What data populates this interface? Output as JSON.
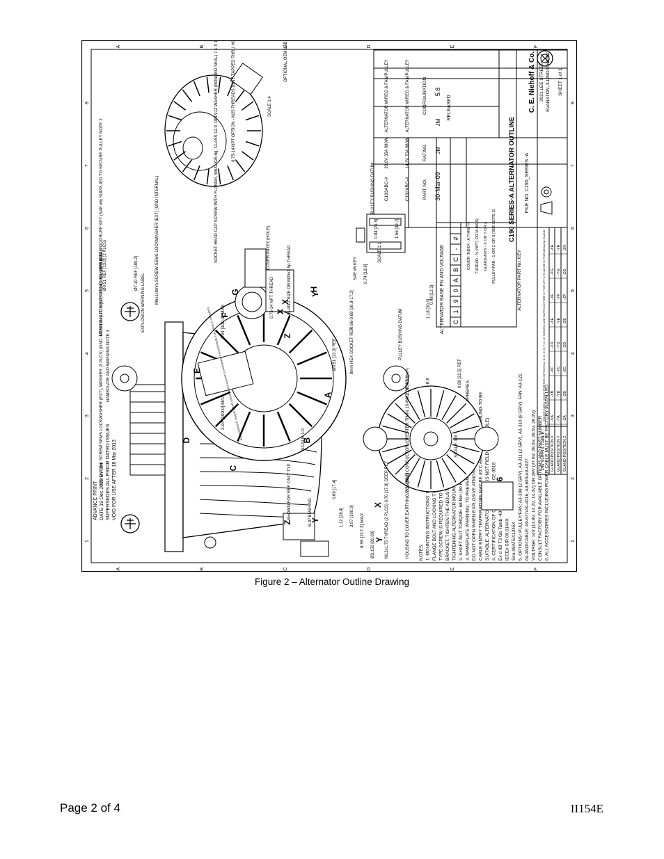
{
  "figure_caption": "Figure 2 – Alternator Outline Drawing",
  "footer": {
    "page": "Page 2 of 4",
    "doc_id": "II154E"
  },
  "title_block": {
    "title": "C190 SERIES-A ALTERNATOR OUTLINE",
    "company": "C. E. Niehoff & Co.",
    "address1": "2021 LEE STREET",
    "address2": "EVANSTON, ILLINOIS 60202",
    "sheet": "SHEET 1 of 1",
    "file_no": "FILE NO. C190_SERIES -A",
    "date": "30-Mar-09",
    "drn": "JM",
    "chk": "JM",
    "scale": "5.8",
    "status": "RELEASED",
    "part_rows": [
      {
        "part": "C193ABC-#",
        "rating": "28.0V 35A 980W",
        "config": "ALTERNATOR W/REG & FAN/PULLEY"
      },
      {
        "part": "C192ABC-#",
        "rating": "14.2V 70A 980W",
        "config": "ALTERNATOR W/REG & FAN/PULLEY"
      }
    ],
    "col_headers": [
      "PART NO.",
      "RATING",
      "CONFIGURATION"
    ]
  },
  "pn_table": {
    "header": "ALTERNATOR PART No. KEY",
    "chars": [
      "C",
      "1",
      "9",
      "0",
      "A",
      "B",
      "C",
      "-",
      "#"
    ],
    "base": "ALTERNATOR BASE PN AND VOLTAGE",
    "rows": [
      "COVER INDEX - A THRU H",
      "THREAD - N (NPT) OR M (M25)",
      "GLAND AXIS - X OR Y OR Z",
      "PULLEY/FAN - 1 OR 2 OR 3 (SEE NOTE 5)"
    ]
  },
  "suffix_table": {
    "title": "PN SUFFIX TABLE",
    "header_note": "COVER INDEX (HOLE) POSITION OPTIONS A, B, C, D, E, F, G, (H SHOWN) ADD SUFFIX LETTER 'N' FOR NPT 0.75-14 OR 'M' FOR M25x1.5p GLAND",
    "rows": [
      {
        "label": "GLAND POSITION X",
        "cells": [
          "-XA",
          "-XB",
          "-XC",
          "-XD",
          "-XE",
          "-XF",
          "-XG",
          "-XH"
        ]
      },
      {
        "label": "GLAND POSITION Y",
        "cells": [
          "-YA",
          "-YB",
          "-YC",
          "-YD",
          "-YE",
          "-YF",
          "-YG",
          "-YH"
        ]
      },
      {
        "label": "GLAND POSITION Z",
        "cells": [
          "-ZA",
          "-ZB",
          "-ZC",
          "-ZD",
          "-ZE",
          "-ZF",
          "-ZG",
          "-ZH"
        ]
      }
    ]
  },
  "notes": [
    "NOTES:",
    "1. MOUNTING INSTRUCTIONS: MOUNT ALTERNATOR USING GRADE 5 OR CLASS 8.8",
    "FLANGE BOLT AND LOCKING TYPE FLANGE NUTS. SELF LOCKING",
    "TYPE SCREW IS REQUIRED TO CLAMP UP BELT ADJUSTING",
    "BRACKET. TIGHTEN THE ADJUSTING BRACKET BEFORE",
    "TIGHTENING ALTERNATOR MOUNTING BOLTS TO SPECIFIC TORQUE.",
    "2. SHAFT NUT TORQUE: 68 Nm (50 FT LB)",
    "3. NAMEPLATE WARNING: TO PREVENT IGNITION OF HAZARDOUS ATMOSPHERES,",
    "DO NOT OPEN WHEN EXPLOSIVE ATMOSPHERES ARE PRESENT.",
    "CABLE ENTRY TEMPERATURE MAY BE 40°C ABOVE AMBIENT CABLING TO BE",
    "SUITABLE. ALTERNATOR ASSEMBLY IS NOT FIELD SERVICEABLE)",
    "4. CERTIFICATION OF COMPLIANCE: CE 0518",
    "Ex d IIB T3 Gb Tamb -40°C to +93°C",
    "IECEx SIR 09.0144X",
    "Sira 09ATEX1345X",
    "5. OPTIONS: PULLEY/FAN: A3-308 (2 GRV), A3-311 (2 GRV), A3-310 (8 GRV), FAN: A3-121",
    "GLAND/CABLE: A9-677/A9-4016, A9-693/A9-4027",
    "VOLTAGE: 14V (13.8V, 14.2V, 14.4V) OR 28V (27.6V, 28.0V, 28.5V, 29.0V)",
    "CONSULT FACTORY FOR AVAILABLE OPTIONS AND PART NUMBER.",
    "6. ALL ACCESSORIES INCLUDING POWER CABLE MUST BE FACTORY INSTALLED"
  ],
  "ip_rating": "IP66",
  "advance_print": [
    "ADVANCE PRINT",
    "DATE 19 Dec 2012 BY JM",
    "SUPERSEDES ALL PRIOR DATED ISSUES",
    "VOID FOR USE AFTER 18 Mar 2013"
  ],
  "callouts": {
    "scale_side": "SCALE 1:2",
    "scale_front": "SCALE 3:8",
    "scale_iso": "SCALE 1:4",
    "scale_key": "SCALE 1:1",
    "max_855": "8.55 [217.3] MAX",
    "max_394a": "3.94 [100.0] MAX",
    "max_394b": "3.94 [100.0] MAX",
    "dim_069": "0.69 [17.4]",
    "dim_0699": "0.69 [17.4]",
    "dim_112": "1.12 [28.4]",
    "dim_397": "3.97 [100.9]",
    "dim_118": "1.18 [30.0]",
    "dim_048": "0.48 [12.3]",
    "dim_236a": "2.36 [60.0]",
    "dim_236b": "2.36 [60.0]",
    "dim_089": "0.89 [22.5] REF",
    "dim_051": "Ø0.51 [13.0] REF",
    "dim_051b": "Ø0.51 REF [13.0] (2 PLCS)",
    "dim_7102": "Ø7.10 REF [180.2]",
    "dim_3150": "Ø3.150 [80.00]",
    "dim_156": "1.56 [39.7]",
    "dim_084": "0.84 [21.5]",
    "dim_074": "0.74 [18.9]",
    "dim_066": "0.66-0.68 [16.8-17.2]",
    "slip_bushing": "SLIP BUSHING",
    "pulley_bushing": "PULLEY BUSHING DATUM",
    "pulley_bushing2": "PULLEY BUSHING DATUM",
    "m16_nut": "M16x1.5 NUT, DISC SPRING WASHER AND WOODRUFF KEY (SAE #6) SUPPLIED TO SECURE PULLEY NOTE 2",
    "nameplate": "NAMEPLATE AND WARNING NOTE 3",
    "m6_screw": "M6x1x10mm SCREW SEMS LOCKWASHER (EXT), WASHER (3 PLCS) (GND INTERNAL) TORQUE TO 14.9 Nm 132 LB IN",
    "m6_screw2": "M6x1x8mm SCREW SEMS LOCKWASHER (EXT) (GND INTERNAL)",
    "explosion": "EXPLOSION WARNING LABEL",
    "socket_cap": "SOCKET HEAD CAP SCREW WITH FLANGE, M6X1X25 6g, CLASS 12.9, DIN 912 WASHER (BONDED SEAL) 7.1 X 12.00-12.12 X 1.00mm THK (9 PLCS) TORQUE TO 13.5 Nm 120 LB IN",
    "cover_index": "COVER INDEX (HOLE)",
    "gland": "GLAND SIZE OR M25x1.5p THREAD",
    "npt_thread": "0.75-14 NPT THREAD",
    "option_thread": "0.75-14 NPT OPTION - M25 THREADS (ONE TAPPED THRU HOLE ONLY - SPECIFY GLAND AXIS X OR Y OR Z)",
    "optional_label": "OPTIONAL OEM LABEL LOCATIONS",
    "shown_ref": "SHOWN FOR REF ONLY TYP",
    "housing": "HOUSING TO COVER EARTHING/BONDING CONDUCTOR (GREATER THAN 10 AWG OR 4.0 mm²)",
    "m12": "M12x1.75 THREAD (2 PLCS) 0.70 [17.8] DEEP REF",
    "hex_socket": "8mm HEX SOCKET REF",
    "sae_key": "SAE #6 KEY",
    "pulley_datum": "PULLEY BUSHING DATUM",
    "warning_label": "AVERTISSEMENT: RISQUE D'EXPLOSION. NE PAS OUVRIR EN PRESENCE D'ATMOSPHERE EXPLOSIVE ET PRESENTE"
  },
  "letters": {
    "A": "A",
    "B": "B",
    "C": "C",
    "D": "D",
    "E": "E",
    "F": "F",
    "G": "G",
    "H": "H",
    "X": "X",
    "Y": "Y",
    "Z": "Z"
  },
  "border_numbers": [
    "1",
    "2",
    "3",
    "4",
    "5",
    "6",
    "7",
    "8"
  ],
  "border_letters": [
    "A",
    "B",
    "C",
    "D",
    "E",
    "F"
  ]
}
